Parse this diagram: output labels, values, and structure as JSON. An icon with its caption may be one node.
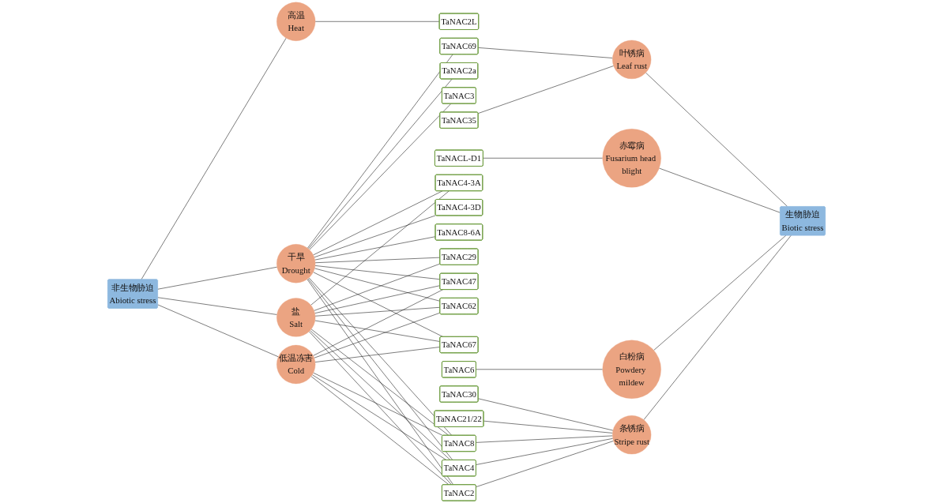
{
  "diagram": {
    "nodes": [
      {
        "text": [
          "非生物胁迫",
          "Abiotic stress"
        ]
      },
      {
        "text": [
          "高温",
          "Heat"
        ]
      },
      {
        "text": [
          "干旱",
          "Drought"
        ]
      },
      {
        "text": [
          "盐",
          "Salt"
        ]
      },
      {
        "text": [
          "低温冻害",
          "Cold"
        ]
      },
      {
        "text": [
          "TaNAC2L"
        ]
      },
      {
        "text": [
          "TaNAC2"
        ]
      },
      {
        "text": [
          "TaNAC2a"
        ]
      },
      {
        "text": [
          "TaNAC3"
        ]
      },
      {
        "text": [
          "TaNAC4"
        ]
      },
      {
        "text": [
          "TaNAC8"
        ]
      },
      {
        "text": [
          "TaNAC4-3A"
        ]
      },
      {
        "text": [
          "TaNAC4-3D"
        ]
      },
      {
        "text": [
          "TaNAC8-6A"
        ]
      },
      {
        "text": [
          "TaNAC29"
        ]
      },
      {
        "text": [
          "TaNAC47"
        ]
      },
      {
        "text": [
          "TaNAC62"
        ]
      },
      {
        "text": [
          "TaNAC67"
        ]
      },
      {
        "text": [
          "TaNAC69"
        ]
      },
      {
        "text": [
          "TaNAC21/22"
        ]
      },
      {
        "text": [
          "TaNAC30"
        ]
      },
      {
        "text": [
          "TaNAC35"
        ]
      },
      {
        "text": [
          "TaNAC6"
        ]
      },
      {
        "text": [
          "TaNACL-D1"
        ]
      },
      {
        "text": [
          "条锈病",
          "Stripe rust"
        ]
      },
      {
        "text": [
          "白粉病",
          "Powdery mildew"
        ]
      },
      {
        "text": [
          "赤霉病",
          "Fusarium head blight"
        ]
      },
      {
        "text": [
          "叶锈病",
          "Leaf rust"
        ]
      },
      {
        "text": [
          "生物胁迫",
          "Biotic stress"
        ]
      }
    ],
    "edges": [
      {
        "from": 0,
        "to": 1,
        "arrow": "none"
      },
      {
        "from": 0,
        "to": 2,
        "arrow": "none"
      },
      {
        "from": 0,
        "to": 3,
        "arrow": "none"
      },
      {
        "from": 0,
        "to": 4,
        "arrow": "none"
      },
      {
        "from": 1,
        "to": 5,
        "arrow": "none"
      },
      {
        "from": 2,
        "to": 6,
        "arrow": "none"
      },
      {
        "from": 2,
        "to": 7,
        "arrow": "none"
      },
      {
        "from": 2,
        "to": 8,
        "arrow": "none"
      },
      {
        "from": 2,
        "to": 9,
        "arrow": "none"
      },
      {
        "from": 2,
        "to": 10,
        "arrow": "none"
      },
      {
        "from": 2,
        "to": 11,
        "arrow": "none"
      },
      {
        "from": 2,
        "to": 12,
        "arrow": "none"
      },
      {
        "from": 2,
        "to": 13,
        "arrow": "none"
      },
      {
        "from": 2,
        "to": 14,
        "arrow": "none"
      },
      {
        "from": 2,
        "to": 15,
        "arrow": "none"
      },
      {
        "from": 2,
        "to": 16,
        "arrow": "none"
      },
      {
        "from": 2,
        "to": 17,
        "arrow": "none"
      },
      {
        "from": 2,
        "to": 18,
        "arrow": "none"
      },
      {
        "from": 3,
        "to": 6,
        "arrow": "none"
      },
      {
        "from": 3,
        "to": 9,
        "arrow": "none"
      },
      {
        "from": 3,
        "to": 10,
        "arrow": "none"
      },
      {
        "from": 3,
        "to": 11,
        "arrow": "none"
      },
      {
        "from": 3,
        "to": 14,
        "arrow": "none"
      },
      {
        "from": 3,
        "to": 15,
        "arrow": "none"
      },
      {
        "from": 3,
        "to": 16,
        "arrow": "none"
      },
      {
        "from": 3,
        "to": 17,
        "arrow": "none"
      },
      {
        "from": 4,
        "to": 6,
        "arrow": "none"
      },
      {
        "from": 4,
        "to": 9,
        "arrow": "none"
      },
      {
        "from": 4,
        "to": 10,
        "arrow": "none"
      },
      {
        "from": 4,
        "to": 15,
        "arrow": "none"
      },
      {
        "from": 4,
        "to": 16,
        "arrow": "none"
      },
      {
        "from": 4,
        "to": 17,
        "arrow": "none"
      },
      {
        "from": 6,
        "to": 24,
        "arrow": "none"
      },
      {
        "from": 9,
        "to": 24,
        "arrow": "none"
      },
      {
        "from": 10,
        "to": 24,
        "arrow": "none"
      },
      {
        "from": 19,
        "to": 24,
        "arrow": "none"
      },
      {
        "from": 20,
        "to": 24,
        "arrow": "none"
      },
      {
        "from": 22,
        "to": 25,
        "arrow": "none"
      },
      {
        "from": 23,
        "to": 26,
        "arrow": "none"
      },
      {
        "from": 21,
        "to": 27,
        "arrow": "none"
      },
      {
        "from": 18,
        "to": 27,
        "arrow": "none"
      },
      {
        "from": 24,
        "to": 28,
        "arrow": "none"
      },
      {
        "from": 25,
        "to": 28,
        "arrow": "none"
      },
      {
        "from": 26,
        "to": 28,
        "arrow": "none"
      },
      {
        "from": 27,
        "to": 28,
        "arrow": "none"
      }
    ]
  }
}
